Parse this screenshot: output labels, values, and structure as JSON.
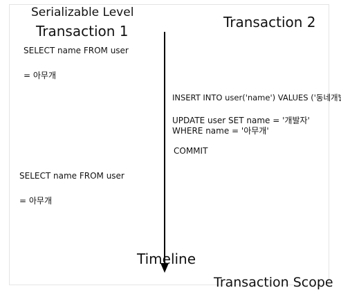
{
  "level_title": "Serializable Level",
  "transaction1": {
    "title": "Transaction 1",
    "step1_query": "SELECT name FROM user",
    "step1_result": "= 아무개",
    "step2_query": "SELECT name FROM user",
    "step2_result": "= 아무개"
  },
  "transaction2": {
    "title": "Transaction 2",
    "insert": "INSERT INTO user('name') VALUES ('동네개발자')",
    "update_line1": "UPDATE user SET name = '개발자'",
    "update_line2": "WHERE name = '아무개'",
    "commit": "COMMIT"
  },
  "timeline_label": "Timeline",
  "scope_label": "Transaction Scope"
}
